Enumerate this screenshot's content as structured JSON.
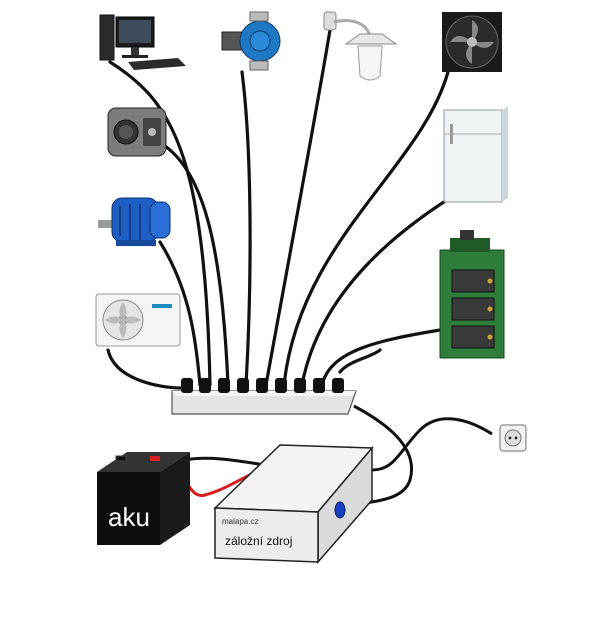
{
  "battery": {
    "label": "aku"
  },
  "ups": {
    "brand": "malapa.cz",
    "label": "záložní zdroj"
  },
  "devices": [
    {
      "icon": "desktop-computer-icon"
    },
    {
      "icon": "circulation-pump-icon"
    },
    {
      "icon": "wall-lamp-icon"
    },
    {
      "icon": "exhaust-fan-icon"
    },
    {
      "icon": "radio-icon"
    },
    {
      "icon": "refrigerator-icon"
    },
    {
      "icon": "electric-motor-icon"
    },
    {
      "icon": "boiler-icon"
    },
    {
      "icon": "air-conditioner-icon"
    }
  ],
  "colors": {
    "cable": "#111111",
    "battery_body": "#0d0d0d",
    "battery_plus": "#d81e1e",
    "ups_body": "#e9e9e9",
    "motor": "#1f5fc4",
    "boiler": "#2f7d3a"
  }
}
